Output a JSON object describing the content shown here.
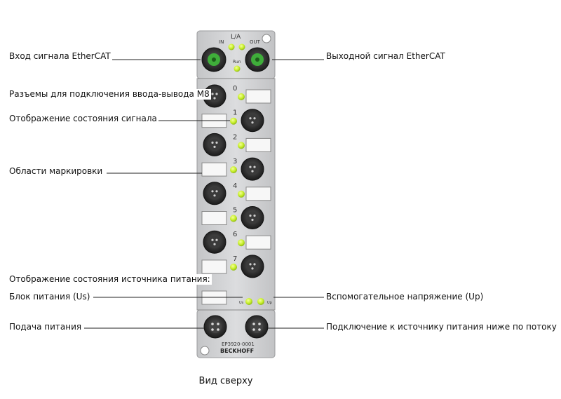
{
  "labels": {
    "ethercat_in": "Вход сигнала EtherCAT",
    "ethercat_out": "Выходной сигнал EtherCAT",
    "m8_connectors": "Разъемы для подключения ввода-вывода M8",
    "signal_status": "Отображение состояния сигнала",
    "marking_areas": "Области маркировки",
    "power_status": "Отображение состояния источника питания:",
    "power_us": "Блок питания (Us)",
    "aux_voltage_up": "Вспомогательное напряжение (Up)",
    "power_feed": "Подача питания",
    "power_downstream": "Подключение к источнику питания ниже по потоку"
  },
  "caption": "Вид сверху",
  "device": {
    "in_label": "IN",
    "out_label": "OUT",
    "la_label": "L/A",
    "run_label": "Run",
    "channels": [
      "0",
      "1",
      "2",
      "3",
      "4",
      "5",
      "6",
      "7"
    ],
    "us_label": "Us",
    "up_label": "Up",
    "model": "EP3920-0001",
    "brand": "BECKHOFF"
  },
  "colors": {
    "housing": "#d3d4d6",
    "led": "#c8f02a",
    "connector_dark": "#2f2f2f",
    "ethercat_green": "#3fae3a",
    "line": "#222222"
  }
}
